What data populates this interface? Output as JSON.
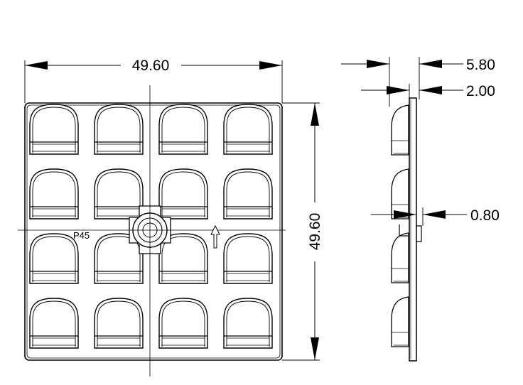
{
  "drawing": {
    "front_view": {
      "width_dimension": "49.60",
      "height_dimension": "49.60",
      "part_label": "P45",
      "lens_rows": 4,
      "lens_columns": 4
    },
    "side_view": {
      "total_thickness": "5.80",
      "plate_thickness": "2.00",
      "step_height": "0.80"
    }
  }
}
